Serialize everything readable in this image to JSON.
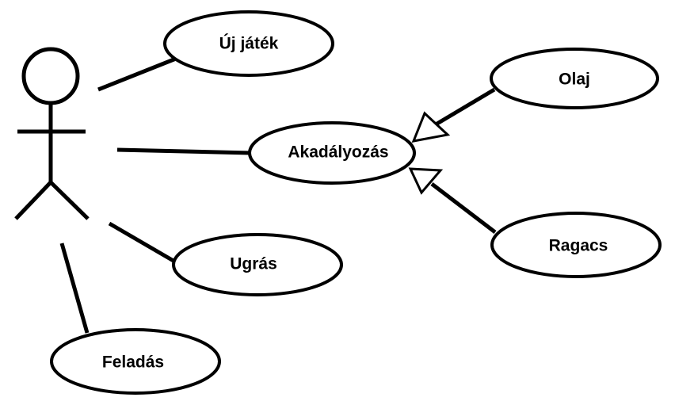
{
  "use_cases": {
    "uj_jatek": "Új játék",
    "akadalyozas": "Akadályozás",
    "olaj": "Olaj",
    "ragacs": "Ragacs",
    "ugras": "Ugrás",
    "feladas": "Feladás"
  }
}
